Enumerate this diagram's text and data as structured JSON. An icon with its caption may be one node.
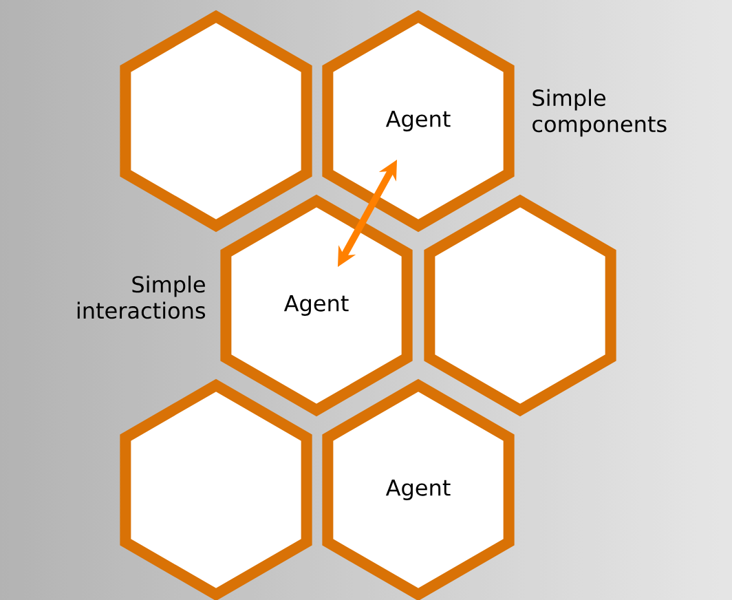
{
  "diagram": {
    "nodes": [
      {
        "text": [],
        "shape": "hexagon"
      },
      {
        "text": [
          "Agent"
        ],
        "beside": [
          "Simple components"
        ]
      },
      {
        "text": [
          "Agent"
        ],
        "beside": [
          "Simple interactions"
        ]
      },
      {
        "text": [],
        "shape": "hexagon"
      },
      {
        "text": [],
        "shape": "hexagon"
      },
      {
        "text": [
          "Agent"
        ]
      }
    ],
    "edges": [
      {
        "from": 2,
        "to": 1,
        "arrow": "both"
      }
    ]
  }
}
